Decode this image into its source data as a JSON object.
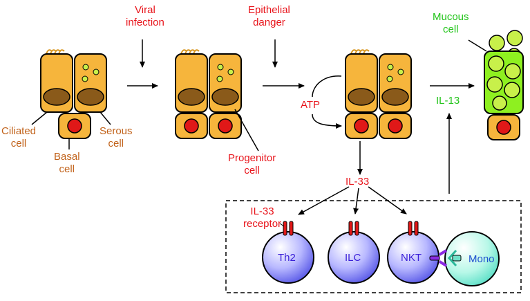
{
  "stimuli": {
    "viral": "Viral\ninfection",
    "epithelial": "Epithelial\ndanger"
  },
  "cell_types": {
    "ciliated": "Ciliated\ncell",
    "basal": "Basal\ncell",
    "serous": "Serous\ncell",
    "progenitor": "Progenitor\ncell",
    "mucous": "Mucous\ncell"
  },
  "mediators": {
    "atp": "ATP",
    "il33": "IL-33",
    "il13": "IL-13",
    "receptor": "IL-33\nreceptor"
  },
  "immune_cells": {
    "th2": "Th2",
    "ilc": "ILC",
    "nkt": "NKT",
    "mono": "Mono"
  },
  "colors": {
    "epithelium": "#f6b53c",
    "nucleus": "#8a5a1a",
    "basal_nucleus": "#e01818",
    "granule": "#c8f04a",
    "mucous": "#8ef020",
    "lymphocyte": "#6f6ff0",
    "monocyte": "#7ff0d8",
    "receptor": "#e01818",
    "stimulus_text": "#e8141b",
    "cell_label_text": "#c1621a",
    "mucous_text": "#22c41a"
  }
}
